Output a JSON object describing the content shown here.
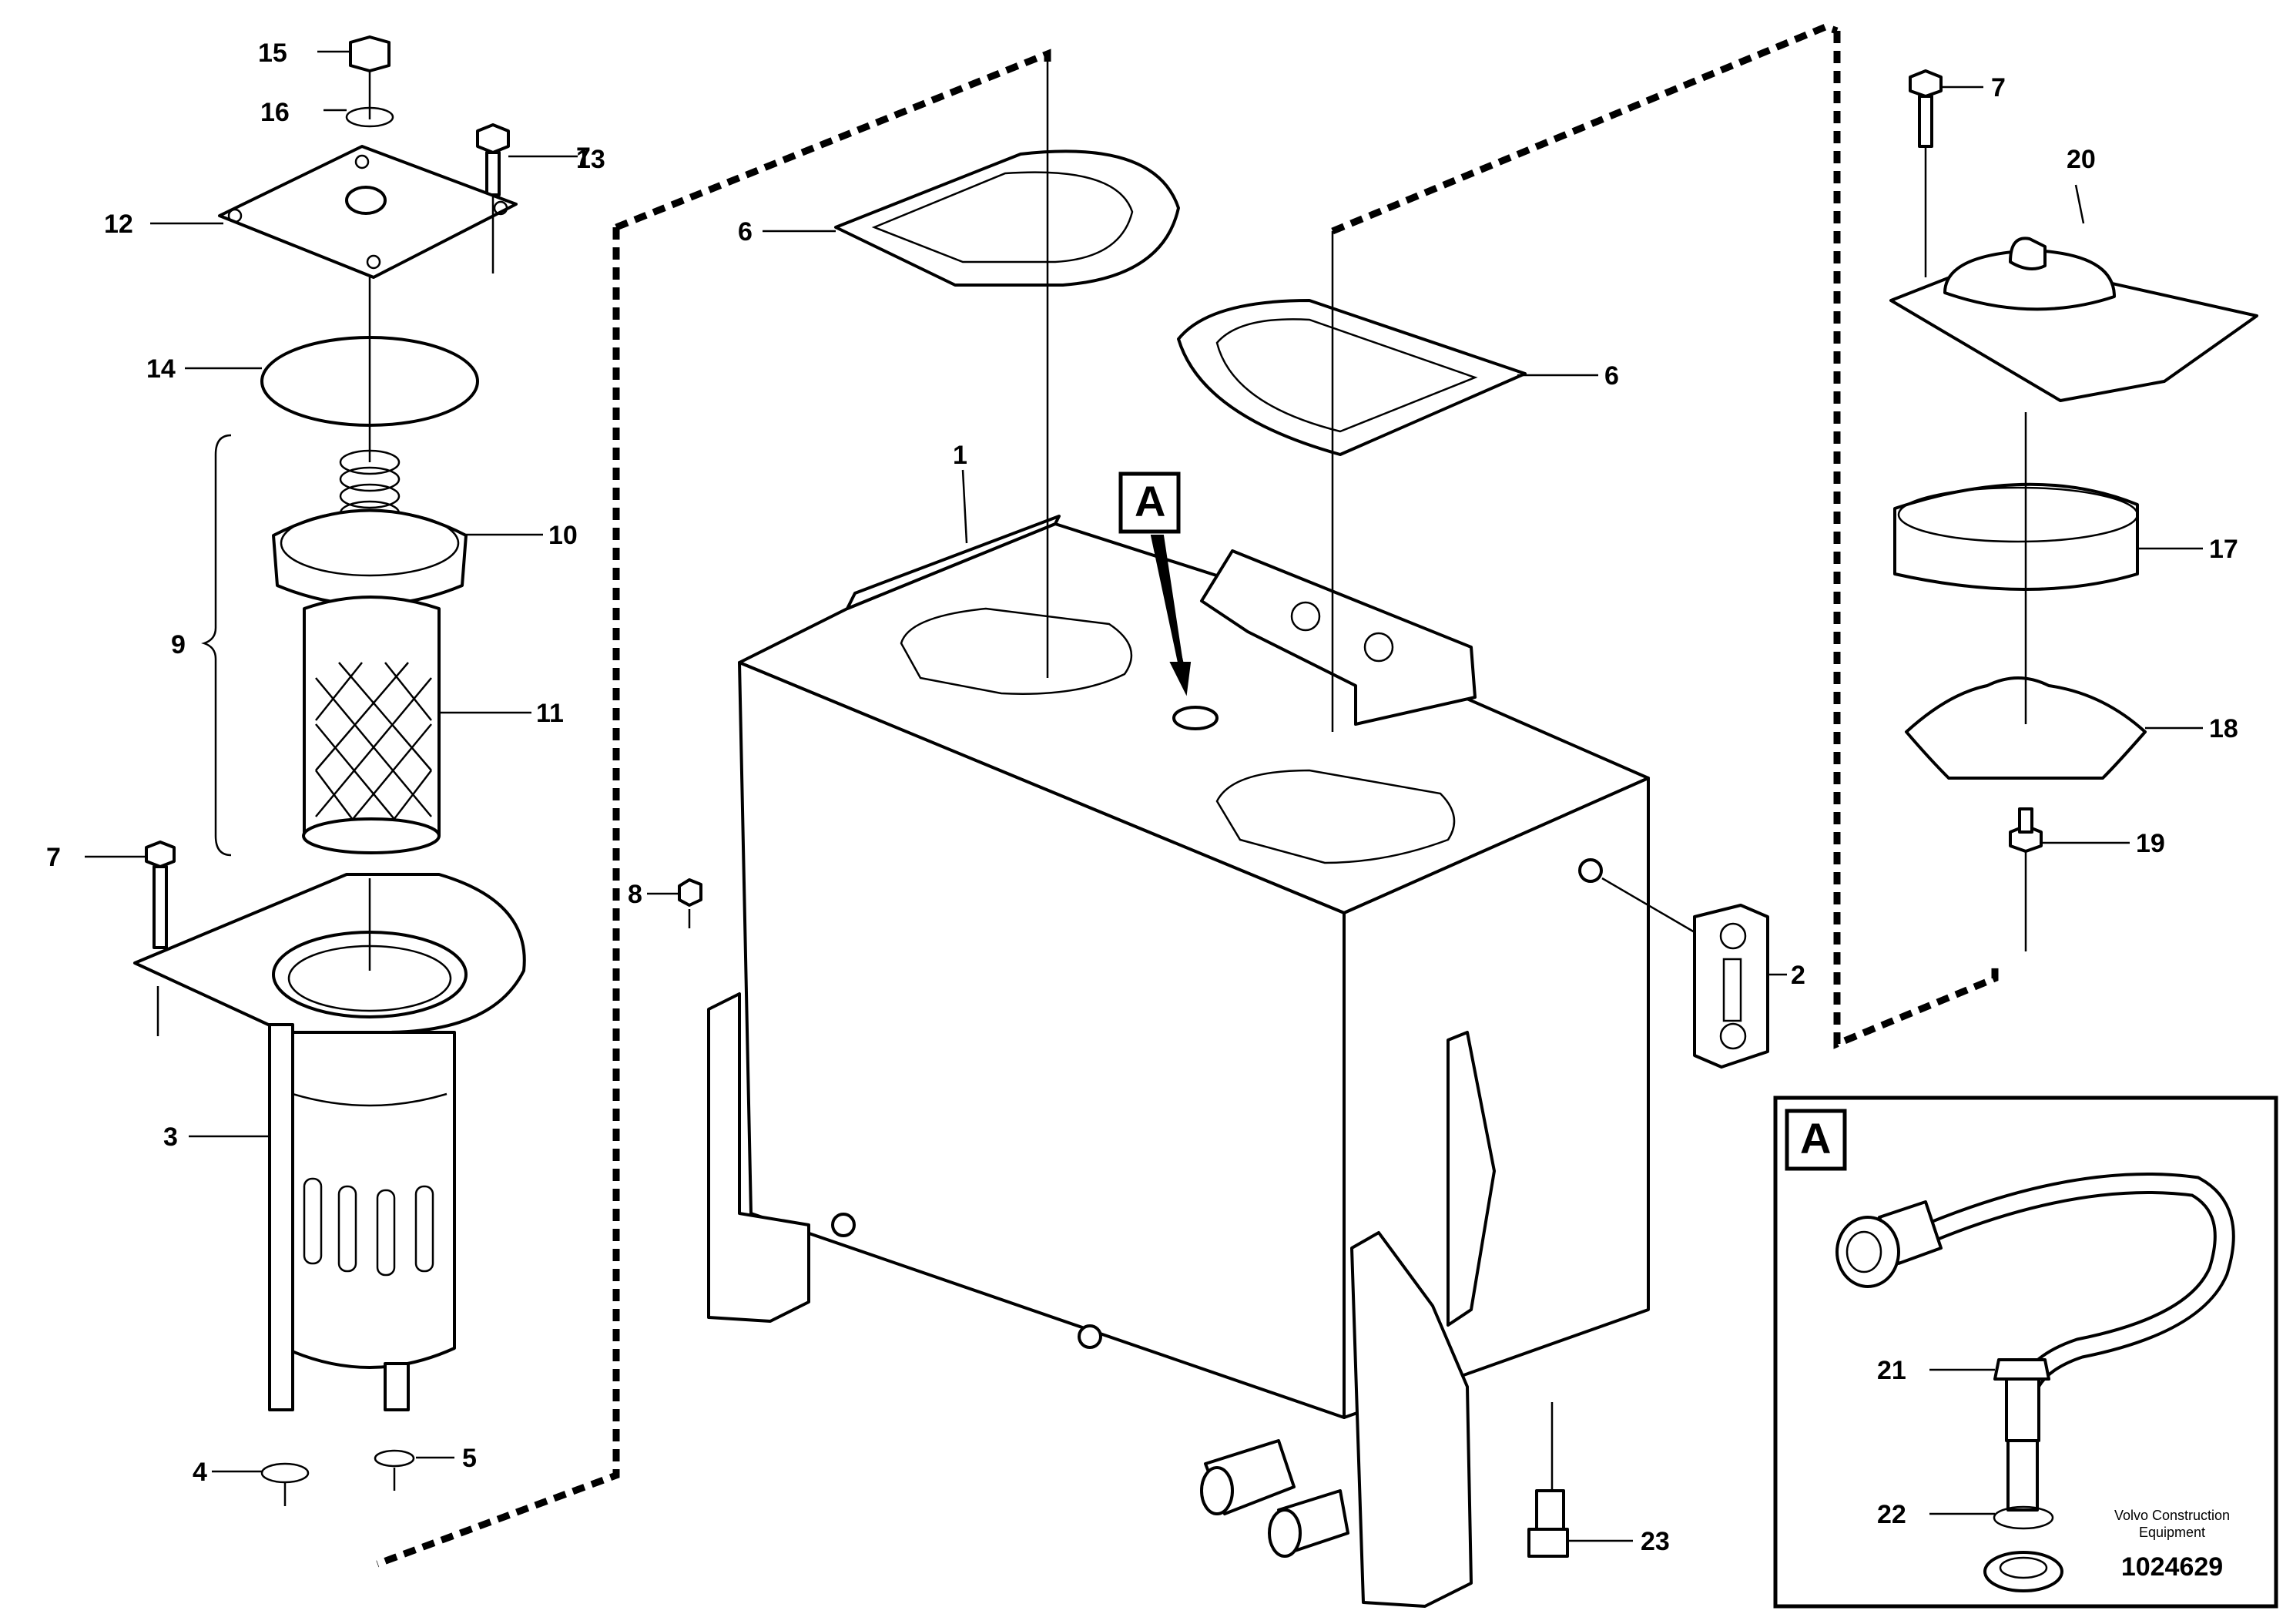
{
  "callouts": {
    "c1": "1",
    "c2": "2",
    "c3": "3",
    "c4": "4",
    "c5": "5",
    "c6a": "6",
    "c6b": "6",
    "c7a": "7",
    "c7b": "7",
    "c7c": "7",
    "c8": "8",
    "c9": "9",
    "c10": "10",
    "c11": "11",
    "c12": "12",
    "c13": "13",
    "c14": "14",
    "c15": "15",
    "c16": "16",
    "c17": "17",
    "c18": "18",
    "c19": "19",
    "c20": "20",
    "c21": "21",
    "c22": "22",
    "c23": "23"
  },
  "detail_label": "A",
  "detail_view_label": "A",
  "publisher_line1": "Volvo Construction",
  "publisher_line2": "Equipment",
  "drawing_number": "1024629"
}
